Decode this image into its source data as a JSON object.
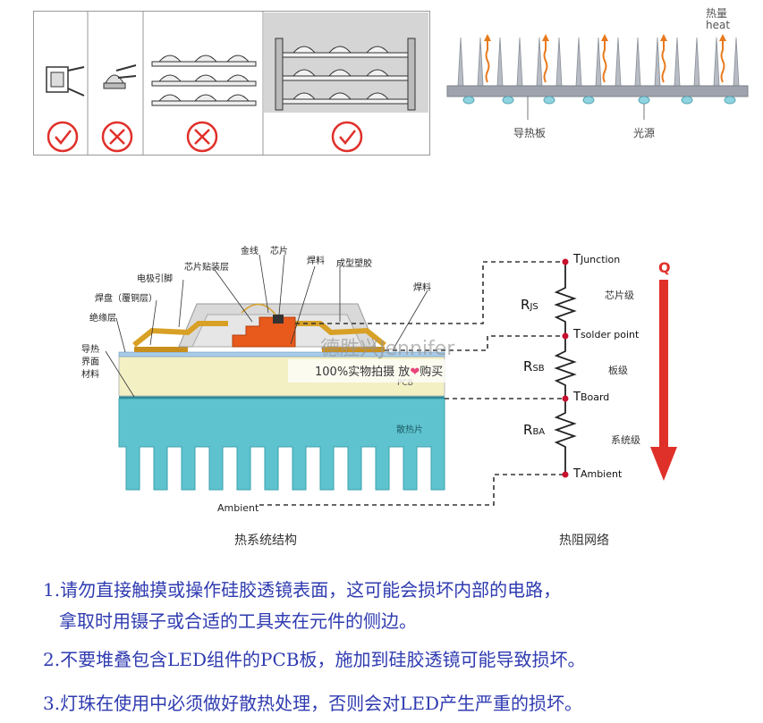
{
  "top_right_diagram": {
    "heat_label_cn": "热量",
    "heat_label_en": "heat",
    "plate_label": "导热板",
    "light_source_label": "光源"
  },
  "thermal_structure": {
    "labels": {
      "gold_wire": "金线",
      "chip": "芯片",
      "chip_attach": "芯片贴装层",
      "solder_top": "焊料",
      "molding": "成型塑胶",
      "electrode": "电极引脚",
      "pad": "焊盘（覆铜层）",
      "solder_right": "焊料",
      "insulation": "绝缘层",
      "tim_1": "导热",
      "tim_2": "界面",
      "tim_3": "材料",
      "pcb": "PCB",
      "heatsink": "散热片",
      "ambient": "Ambient"
    },
    "caption": "热系统结构"
  },
  "thermal_network": {
    "nodes": [
      {
        "main": "T",
        "sub": "Junction"
      },
      {
        "main": "T",
        "sub": "solder point"
      },
      {
        "main": "T",
        "sub": "Board"
      },
      {
        "main": "T",
        "sub": "Ambient"
      }
    ],
    "resistors": [
      {
        "main": "R",
        "sub": "JS",
        "level": "芯片级"
      },
      {
        "main": "R",
        "sub": "SB",
        "level": "板级"
      },
      {
        "main": "R",
        "sub": "BA",
        "level": "系统级"
      }
    ],
    "flow_label": "Q",
    "caption": "热阻网络"
  },
  "watermark": {
    "brand": "德胜兴Jennifer",
    "line1": "100%实物拍摄  放",
    "line2": "购买"
  },
  "notes": {
    "line1": "1.请勿直接触摸或操作硅胶透镜表面，这可能会损坏内部的电路，",
    "line1b": "拿取时用镊子或合适的工具夹在元件的侧边。",
    "line2": "2.不要堆叠包含LED组件的PCB板，施加到硅胶透镜可能导致损坏。",
    "line3": "3.灯珠在使用中必须做好散热处理，否则会对LED产生严重的损坏。"
  },
  "colors": {
    "accent_red": "#e0302a",
    "note_blue": "#2f3bb0",
    "heatsink": "#5fc3cf",
    "pcb": "#f3f0c4",
    "chip": "#e8591c",
    "lead": "#d8a025",
    "molding": "#d9d9d9"
  }
}
